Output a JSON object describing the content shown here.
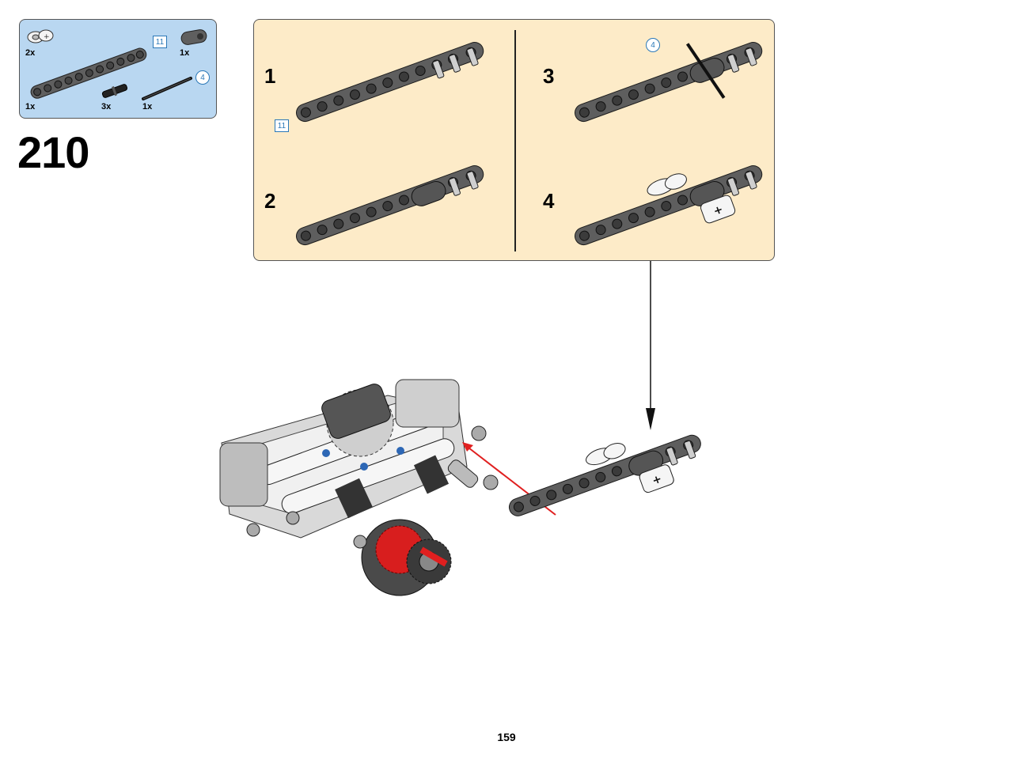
{
  "step": {
    "number": "210"
  },
  "parts": [
    {
      "name": "axle-pin-connector-white",
      "qty": "2x"
    },
    {
      "name": "beam-11-dark-grey",
      "qty": "1x",
      "length_callout": "11"
    },
    {
      "name": "connector-dark-grey",
      "qty": "1x"
    },
    {
      "name": "pin-black",
      "qty": "3x"
    },
    {
      "name": "axle-4-black",
      "qty": "1x",
      "length_callout": "4"
    }
  ],
  "substeps": [
    {
      "label": "1",
      "callout": "11"
    },
    {
      "label": "2"
    },
    {
      "label": "3",
      "callout": "4"
    },
    {
      "label": "4"
    }
  ],
  "colors": {
    "parts_bg": "#b9d7f1",
    "substep_bg": "#fdebc8",
    "callout": "#2b78b7",
    "arrow": "#e02020",
    "beam": "#5a5a5a"
  },
  "page": {
    "number": "159"
  }
}
